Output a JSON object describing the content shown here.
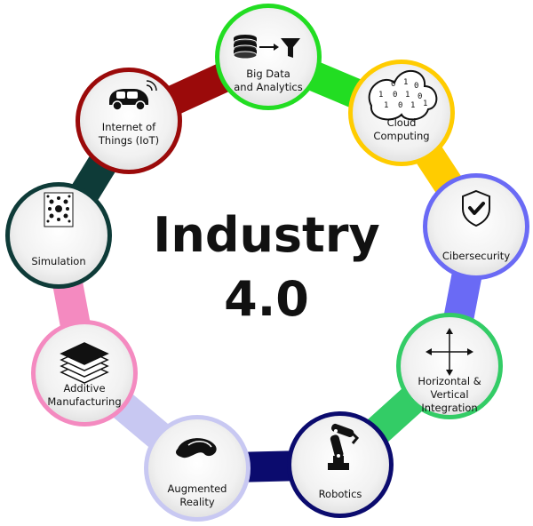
{
  "title": {
    "line1": "Industry",
    "line2": "4.0"
  },
  "nodes": [
    {
      "key": "big-data",
      "label": "Big Data\nand Analytics",
      "color": "#22dd22",
      "icon": "database-filter-icon"
    },
    {
      "key": "cloud",
      "label": "Cloud\nComputing",
      "color": "#ffcc00",
      "icon": "cloud-binary-icon"
    },
    {
      "key": "cibersecurity",
      "label": "Cibersecurity",
      "color": "#6a6af5",
      "icon": "shield-check-icon"
    },
    {
      "key": "integration",
      "label": "Horizontal &\nVertical\nIntegration",
      "color": "#33cc66",
      "icon": "four-way-arrows-icon"
    },
    {
      "key": "robotics",
      "label": "Robotics",
      "color": "#0b0b6e",
      "icon": "robot-arm-icon"
    },
    {
      "key": "augmented-reality",
      "label": "Augmented\nReality",
      "color": "#c8c8f2",
      "icon": "vr-headset-icon"
    },
    {
      "key": "additive",
      "label": "Additive\nManufacturing",
      "color": "#f48ac0",
      "icon": "layers-icon"
    },
    {
      "key": "simulation",
      "label": "Simulation",
      "color": "#0e3b38",
      "icon": "particles-icon"
    },
    {
      "key": "iot",
      "label": "Internet of\nThings (IoT)",
      "color": "#9b0a0a",
      "icon": "connected-car-icon"
    }
  ]
}
